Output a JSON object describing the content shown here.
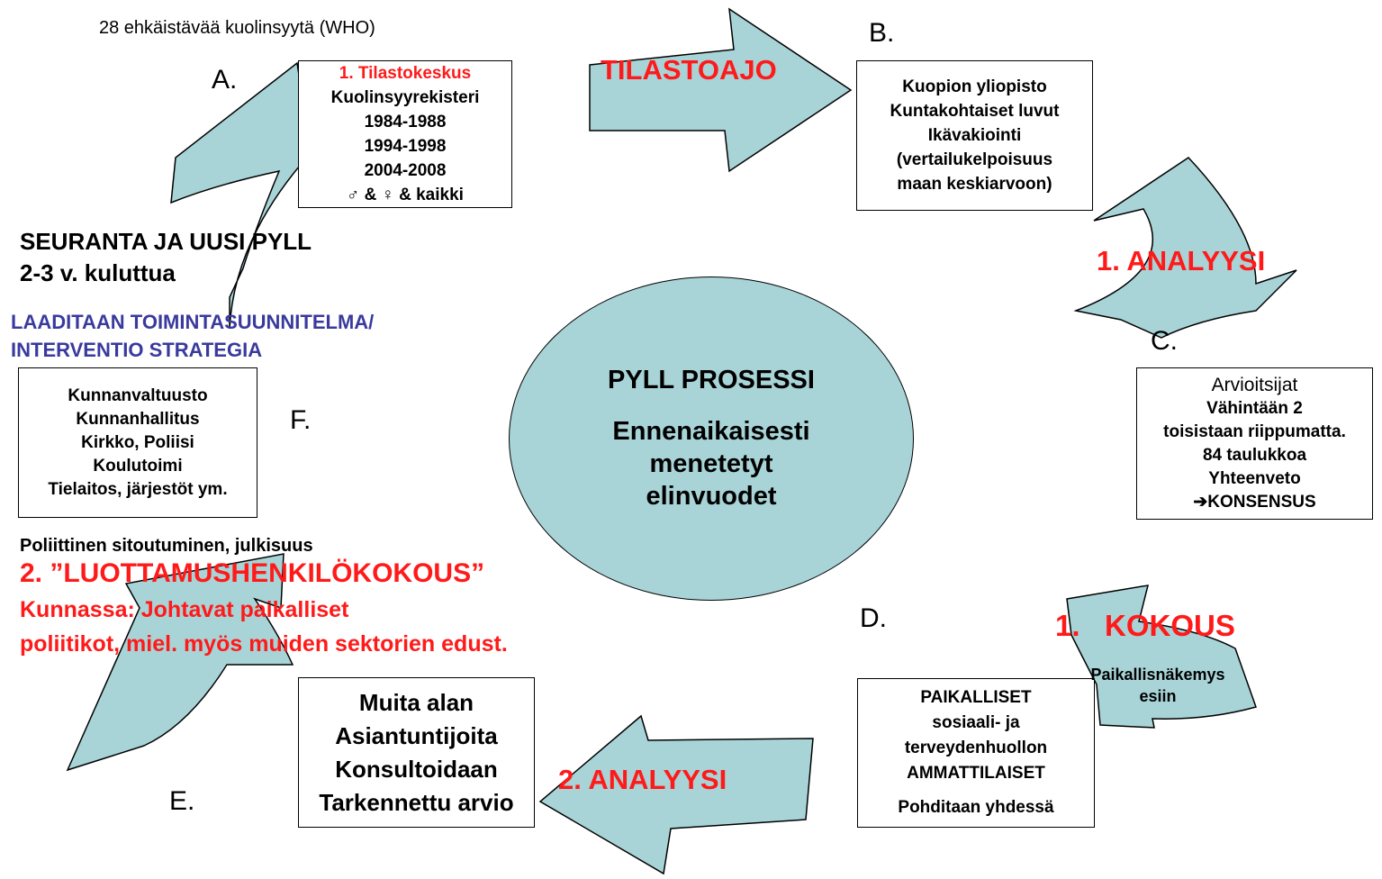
{
  "colors": {
    "arrow_fill": "#a8d4d8",
    "circle_fill": "#a8d4d8",
    "red": "#ff1a1a",
    "blue": "#3a3a9e"
  },
  "top_note": "28 ehkäistävää kuolinsyytä (WHO)",
  "letters": {
    "a": "A.",
    "b": "B.",
    "c": "C.",
    "d": "D.",
    "e": "E.",
    "f": "F."
  },
  "center": {
    "title": "PYLL PROSESSI",
    "subtitle_1": "Ennenaikaisesti",
    "subtitle_2": "menetetyt",
    "subtitle_3": "elinvuodet"
  },
  "box_a": {
    "title": "1. Tilastokeskus",
    "lines": [
      "Kuolinsyyrekisteri",
      "1984-1988",
      "1994-1998",
      "2004-2008",
      "♂ & ♀ & kaikki"
    ]
  },
  "box_b": {
    "lines": [
      "Kuopion yliopisto",
      "Kuntakohtaiset luvut",
      "Ikävakiointi",
      "(vertailukelpoisuus",
      "maan keskiarvoon)"
    ]
  },
  "box_c": {
    "header": "Arvioitsijat",
    "lines": [
      "Vähintään 2",
      "toisistaan riippumatta.",
      "84 taulukkoa",
      "Yhteenveto"
    ],
    "arrow_label": "KONSENSUS"
  },
  "box_d": {
    "lines": [
      "PAIKALLISET",
      "sosiaali- ja",
      "terveydenhuollon",
      "AMMATTILAISET"
    ],
    "footer": "Pohditaan yhdessä"
  },
  "box_e": {
    "lines": [
      "Muita alan",
      "Asiantuntijoita",
      "Konsultoidaan",
      "Tarkennettu arvio"
    ]
  },
  "box_f": {
    "lines": [
      "Kunnanvaltuusto",
      "Kunnanhallitus",
      "Kirkko, Poliisi",
      "Koulutoimi",
      "Tielaitos, järjestöt ym."
    ]
  },
  "labels": {
    "tilastoajo": "TILASTOAJO",
    "analyysi_1": "1. ANALYYSI",
    "kokous_1": "1.   KOKOUS",
    "paikallisnakemys_1": "Paikallisnäkemys",
    "paikallisnakemys_2": "esiin",
    "analyysi_2": "2. ANALYYSI",
    "poliittinen": "Poliittinen sitoutuminen, julkisuus",
    "luottamus": "2. ”LUOTTAMUSHENKILÖKOKOUS”",
    "kunnassa_1": "Kunnassa: Johtavat paikalliset",
    "kunnassa_2": "poliitikot, miel. myös muiden sektorien edust.",
    "seuranta_1": "SEURANTA JA UUSI PYLL",
    "seuranta_2": "2-3 v. kuluttua",
    "laaditaan_1": "LAADITAAN TOIMINTASUUNNITELMA/",
    "laaditaan_2": "INTERVENTIO STRATEGIA"
  }
}
